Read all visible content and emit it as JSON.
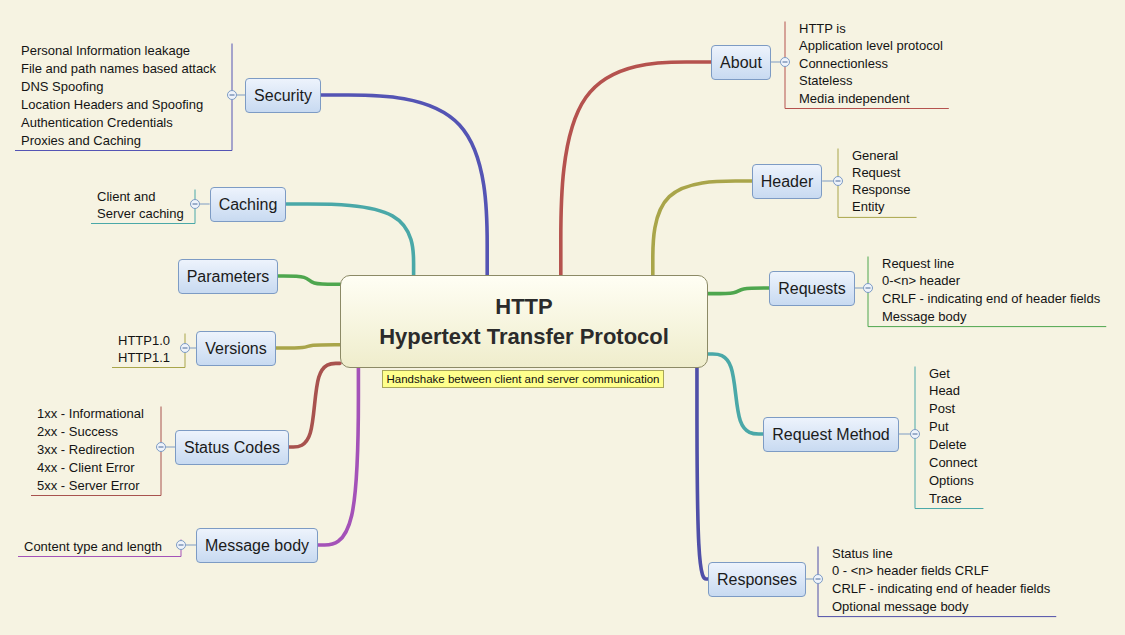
{
  "diagram": {
    "nodes": [
      {
        "text": [
          "HTTP",
          "Hypertext Transfer Protocol"
        ]
      },
      {
        "text": [
          "Handshake between client and server communication"
        ]
      },
      {
        "text": [
          "About"
        ]
      },
      {
        "text": [
          "Header"
        ]
      },
      {
        "text": [
          "Requests"
        ]
      },
      {
        "text": [
          "Request Method"
        ]
      },
      {
        "text": [
          "Responses"
        ]
      },
      {
        "text": [
          "Message body"
        ]
      },
      {
        "text": [
          "Status Codes"
        ]
      },
      {
        "text": [
          "Versions"
        ]
      },
      {
        "text": [
          "Parameters"
        ]
      },
      {
        "text": [
          "Caching"
        ]
      },
      {
        "text": [
          "Security"
        ]
      }
    ],
    "edges": [
      {
        "from": 0,
        "to": 2,
        "arrow": "none"
      },
      {
        "from": 0,
        "to": 3,
        "arrow": "none"
      },
      {
        "from": 0,
        "to": 4,
        "arrow": "none"
      },
      {
        "from": 0,
        "to": 5,
        "arrow": "none"
      },
      {
        "from": 0,
        "to": 6,
        "arrow": "none"
      },
      {
        "from": 0,
        "to": 7,
        "arrow": "none"
      },
      {
        "from": 0,
        "to": 8,
        "arrow": "none"
      },
      {
        "from": 0,
        "to": 9,
        "arrow": "none"
      },
      {
        "from": 0,
        "to": 10,
        "arrow": "none"
      },
      {
        "from": 0,
        "to": 11,
        "arrow": "none"
      },
      {
        "from": 0,
        "to": 12,
        "arrow": "none"
      }
    ],
    "labels": [
      "HTTP is",
      "Application level protocol",
      "Connectionless",
      "Stateless",
      "Media independent",
      "General",
      "Request",
      "Response",
      "Entity",
      "Request line",
      "0-<n> header",
      "CRLF - indicating end of header fields",
      "Message body",
      "Get",
      "Head",
      "Post",
      "Put",
      "Delete",
      "Connect",
      "Options",
      "Trace",
      "Status line",
      "0 - <n> header fields CRLF",
      "CRLF - indicating end of header fields",
      "Optional message body",
      "Content type and length",
      "1xx - Informational",
      "2xx - Success",
      "3xx - Redirection",
      "4xx - Client Error",
      "5xx - Server Error",
      "HTTP1.0",
      "HTTP1.1",
      "Client and Server caching",
      "Personal Information leakage",
      "File and path names based attack",
      "DNS Spoofing",
      "Location Headers and Spoofing",
      "Authentication Credentials",
      "Proxies and Caching"
    ]
  }
}
